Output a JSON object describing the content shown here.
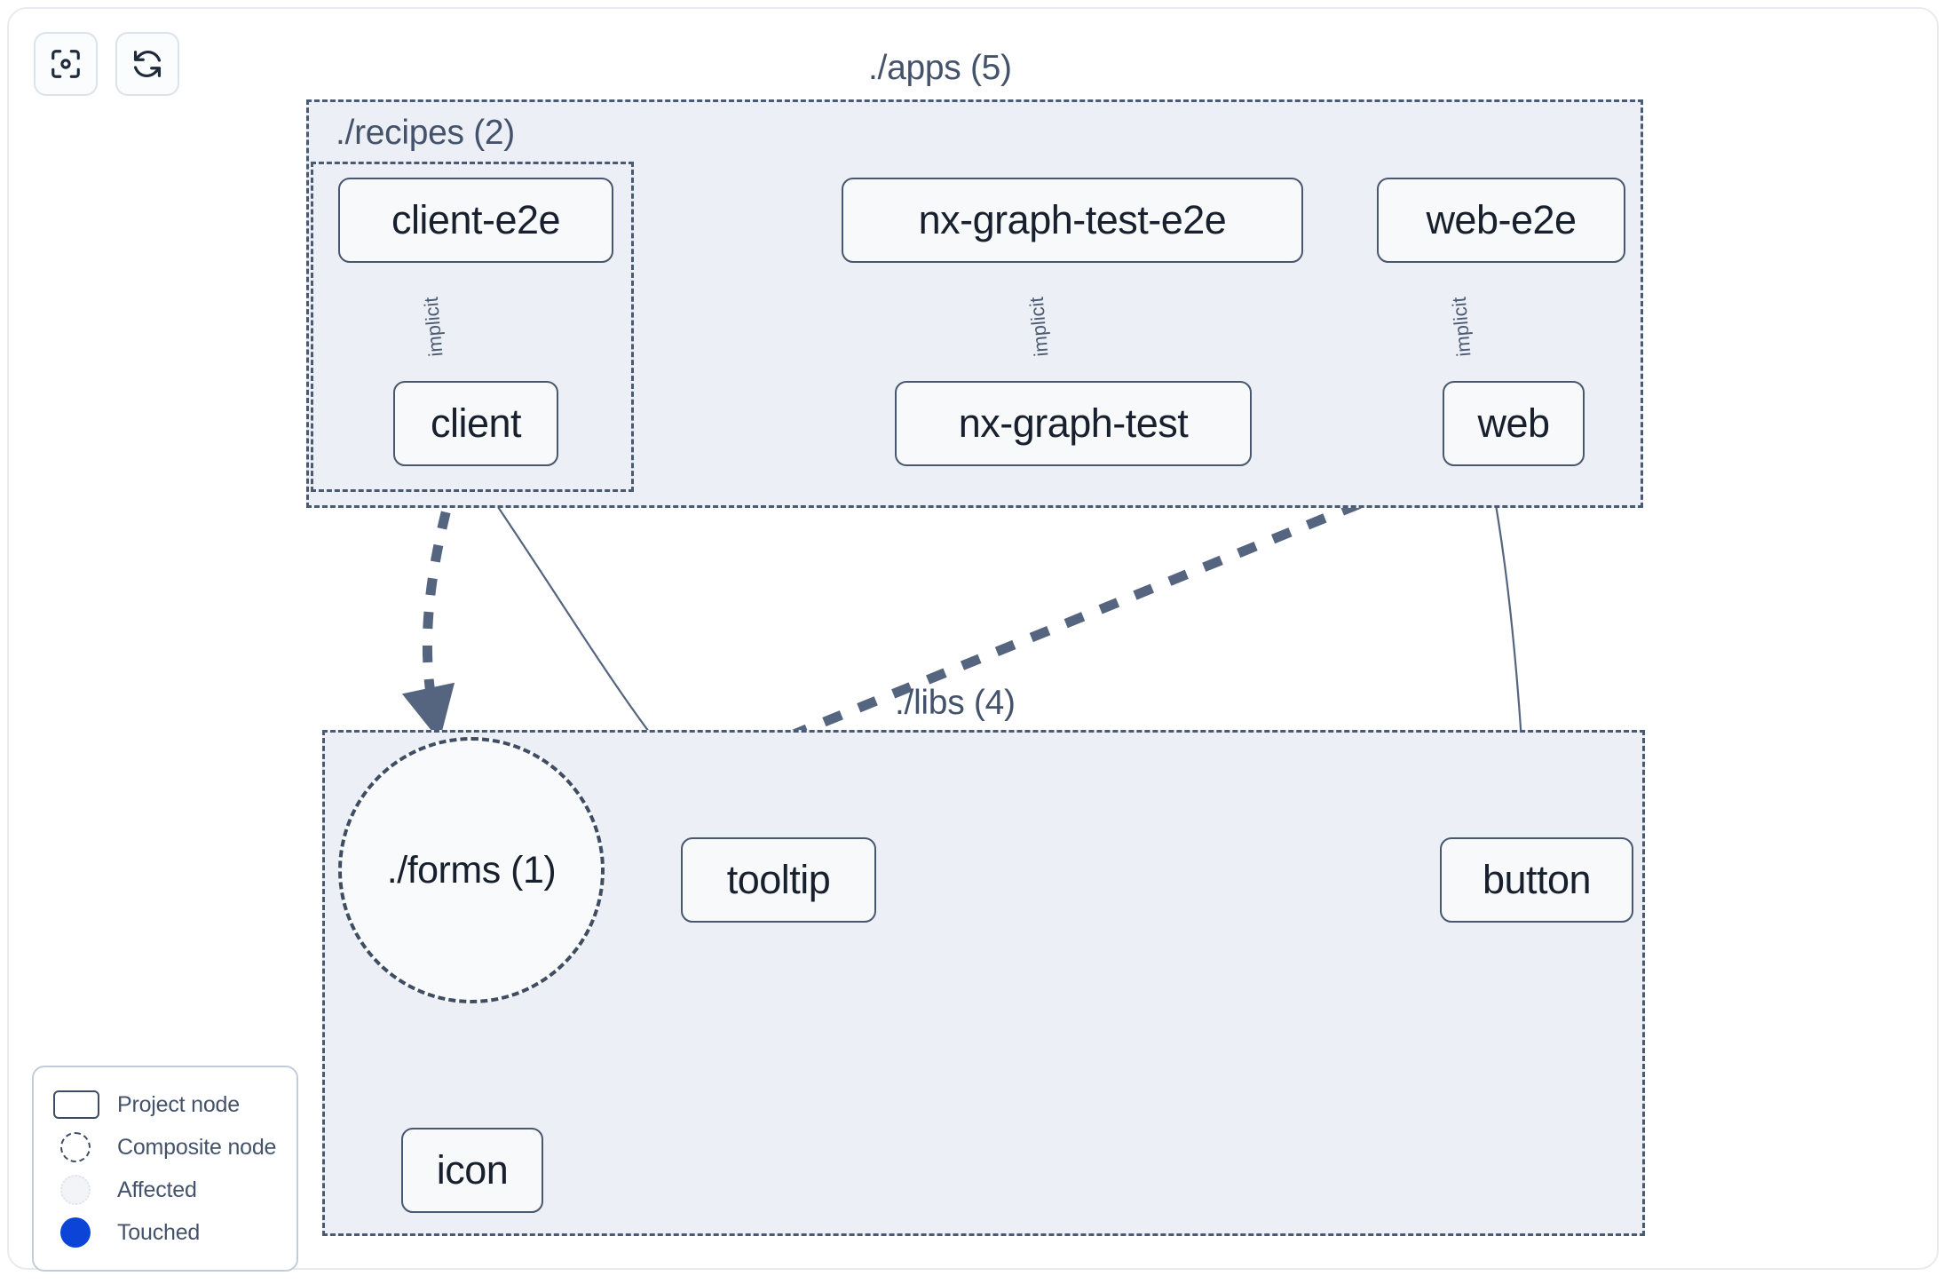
{
  "app": {
    "name": "nx-project-graph",
    "background_color": "#ffffff",
    "card_border_color": "#e7ebf0"
  },
  "toolbar": {
    "buttons": [
      {
        "name": "focus-graph-button",
        "icon": "focus-target-icon",
        "label": ""
      },
      {
        "name": "refresh-graph-button",
        "icon": "refresh-icon",
        "label": ""
      }
    ]
  },
  "graph": {
    "groups": [
      {
        "id": "apps",
        "label": "./apps (5)",
        "fill": "#eceff5",
        "stroke": "#4a5a72"
      },
      {
        "id": "recipes",
        "label": "./recipes (2)",
        "fill": "#eceff5",
        "stroke": "#4a5a72"
      },
      {
        "id": "libs",
        "label": "./libs (4)",
        "fill": "#eceff5",
        "stroke": "#4a5a72"
      }
    ],
    "nodes": [
      {
        "id": "client-e2e",
        "label": "client-e2e",
        "type": "project",
        "group": "recipes"
      },
      {
        "id": "nx-graph-test-e2e",
        "label": "nx-graph-test-e2e",
        "type": "project",
        "group": "apps"
      },
      {
        "id": "web-e2e",
        "label": "web-e2e",
        "type": "project",
        "group": "apps"
      },
      {
        "id": "client",
        "label": "client",
        "type": "project",
        "group": "recipes"
      },
      {
        "id": "nx-graph-test",
        "label": "nx-graph-test",
        "type": "project",
        "group": "apps"
      },
      {
        "id": "web",
        "label": "web",
        "type": "project",
        "group": "apps"
      },
      {
        "id": "forms",
        "label": "./forms (1)",
        "type": "composite",
        "group": "libs"
      },
      {
        "id": "tooltip",
        "label": "tooltip",
        "type": "project",
        "group": "libs"
      },
      {
        "id": "button",
        "label": "button",
        "type": "project",
        "group": "libs"
      },
      {
        "id": "icon",
        "label": "icon",
        "type": "project",
        "group": "libs"
      }
    ],
    "edges": [
      {
        "from": "client-e2e",
        "to": "client",
        "label": "implicit",
        "style": "solid-thin"
      },
      {
        "from": "nx-graph-test-e2e",
        "to": "nx-graph-test",
        "label": "implicit",
        "style": "solid-thin"
      },
      {
        "from": "web-e2e",
        "to": "web",
        "label": "implicit",
        "style": "solid-thin"
      },
      {
        "from": "client",
        "to": "forms",
        "label": "",
        "style": "dashed-thick"
      },
      {
        "from": "client",
        "to": "tooltip",
        "label": "",
        "style": "solid-thin"
      },
      {
        "from": "web",
        "to": "forms",
        "label": "",
        "style": "dashed-thick"
      },
      {
        "from": "web",
        "to": "button",
        "label": "",
        "style": "solid-thin"
      },
      {
        "from": "forms",
        "to": "icon",
        "label": "",
        "style": "dashed-thick"
      }
    ],
    "edge_color": "#55657f",
    "node_fill": "#f7f9fb",
    "node_stroke": "#48576d",
    "node_text_color": "#18202e"
  },
  "legend": {
    "items": [
      {
        "label": "Project node",
        "swatch": "project-node-swatch",
        "color": "#3f4d63"
      },
      {
        "label": "Composite node",
        "swatch": "composite-node-swatch",
        "color": "#3f4d63"
      },
      {
        "label": "Affected",
        "swatch": "affected-swatch",
        "color": "#f2f4f7"
      },
      {
        "label": "Touched",
        "swatch": "touched-swatch",
        "color": "#0b44d6"
      }
    ]
  }
}
